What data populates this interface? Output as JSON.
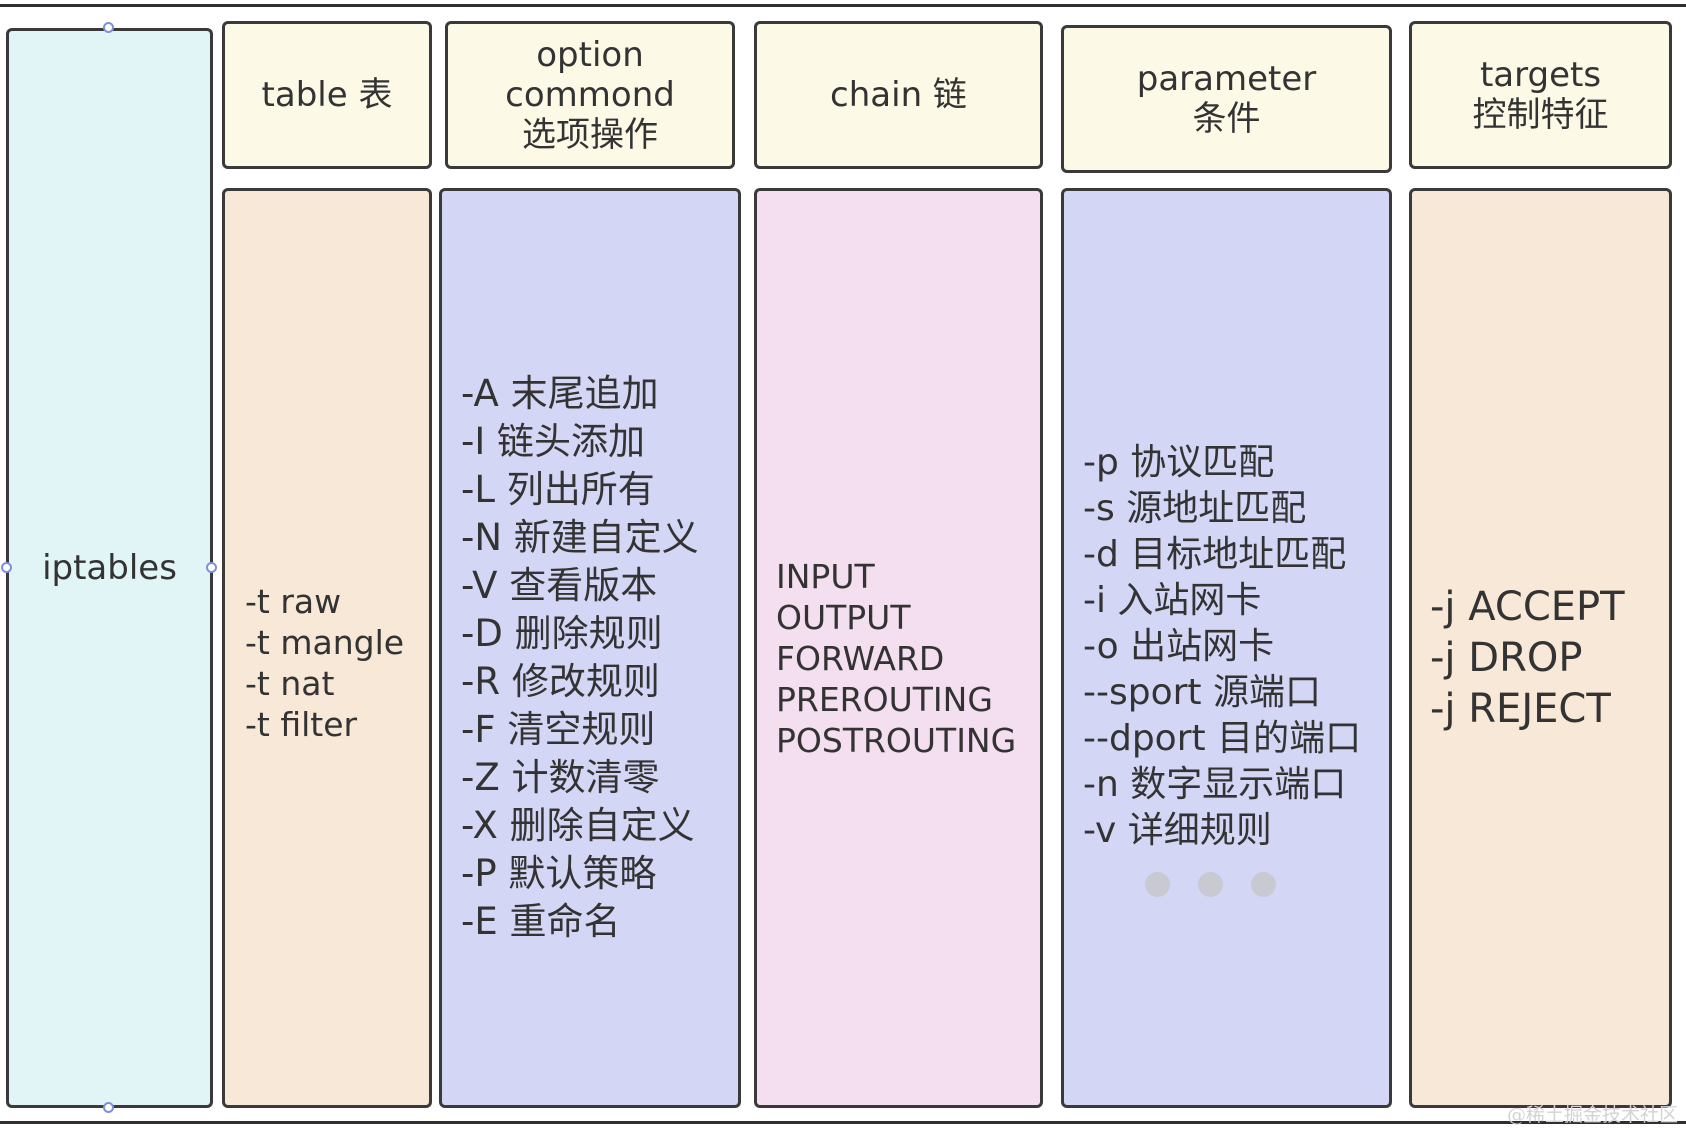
{
  "root": {
    "label": "iptables"
  },
  "headers": {
    "table": [
      "table 表"
    ],
    "option": [
      "option",
      "commond",
      "选项操作"
    ],
    "chain": [
      "chain 链"
    ],
    "parameter": [
      "parameter",
      "条件"
    ],
    "targets": [
      "targets",
      "控制特征"
    ]
  },
  "columns": {
    "table": [
      "-t raw",
      "-t mangle",
      "-t nat",
      "-t filter"
    ],
    "option": [
      "-A 末尾追加",
      "-I  链头添加",
      "-L 列出所有",
      "-N 新建自定义",
      "-V 查看版本",
      "-D 删除规则",
      "-R 修改规则",
      "-F 清空规则",
      "-Z 计数清零",
      "-X 删除自定义",
      "-P 默认策略",
      "-E 重命名"
    ],
    "chain": [
      "INPUT",
      "OUTPUT",
      "FORWARD",
      "PREROUTING",
      "POSTROUTING"
    ],
    "parameter": [
      "-p 协议匹配",
      "-s  源地址匹配",
      "-d 目标地址匹配",
      "-i  入站网卡",
      "-o 出站网卡",
      "--sport 源端口",
      "--dport 目的端口",
      "-n 数字显示端口",
      "-v 详细规则"
    ],
    "targets": [
      "-j ACCEPT",
      "-j DROP",
      "-j REJECT"
    ]
  },
  "more_indicator": "ellipsis-dots",
  "watermark": "@稀土掘金技术社区",
  "colors": {
    "root_fill": "#e1f5f7",
    "header_fill": "#fcf9e6",
    "table_fill": "#f8e8d8",
    "option_fill": "#d4d6f5",
    "chain_fill": "#f4dff0",
    "parameter_fill": "#d4d6f5",
    "targets_fill": "#f8e8d8",
    "border": "#3a3a3a",
    "selection_handle": "#7b93d6"
  }
}
